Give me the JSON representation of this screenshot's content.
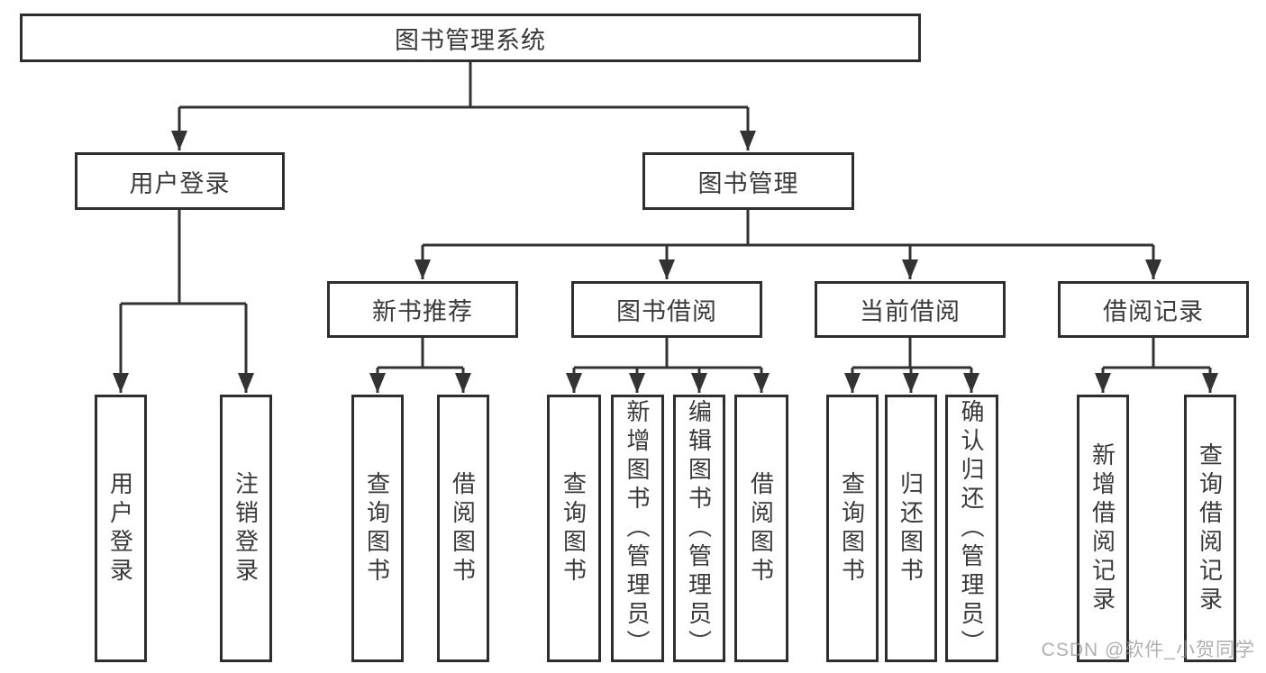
{
  "diagram": {
    "root": {
      "label": "图书管理系统"
    },
    "branches": [
      {
        "label": "用户登录",
        "leaves": [
          {
            "label": "用户登录"
          },
          {
            "label": "注销登录"
          }
        ]
      },
      {
        "label": "图书管理",
        "groups": [
          {
            "label": "新书推荐",
            "leaves": [
              {
                "label": "查询图书"
              },
              {
                "label": "借阅图书"
              }
            ]
          },
          {
            "label": "图书借阅",
            "leaves": [
              {
                "label": "查询图书"
              },
              {
                "label": "新增图书（管理员）"
              },
              {
                "label": "编辑图书（管理员）"
              },
              {
                "label": "借阅图书"
              }
            ]
          },
          {
            "label": "当前借阅",
            "leaves": [
              {
                "label": "查询图书"
              },
              {
                "label": "归还图书"
              },
              {
                "label": "确认归还（管理员）"
              }
            ]
          },
          {
            "label": "借阅记录",
            "leaves": [
              {
                "label": "新增借阅记录"
              },
              {
                "label": "查询借阅记录"
              }
            ]
          }
        ]
      }
    ],
    "colors": {
      "line": "#333333",
      "box_border": "#2e2e2e",
      "text": "#3a3a3a",
      "background": "#ffffff",
      "watermark": "#969696"
    }
  },
  "watermark": {
    "text": "CSDN @软件_小贺同学"
  }
}
